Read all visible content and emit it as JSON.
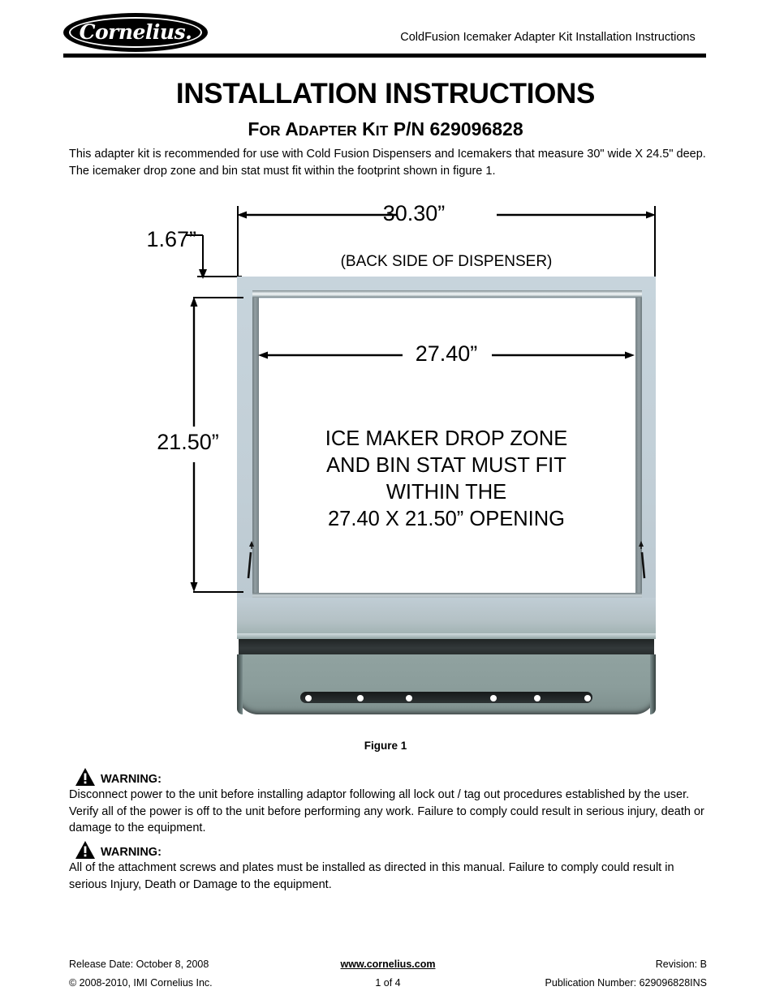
{
  "header": {
    "logo_text": "Cornelius.",
    "title": "ColdFusion Icemaker Adapter Kit Installation Instructions"
  },
  "document": {
    "title": "INSTALLATION INSTRUCTIONS",
    "subtitle_parts": {
      "f": "F",
      "or": "OR",
      "a": " A",
      "dapter": "DAPTER",
      "k": " K",
      "it": "IT",
      "pn": " P/N 629096828"
    },
    "intro": "This adapter kit is recommended for use with Cold Fusion Dispensers and Icemakers that measure 30\" wide X 24.5\" deep. The icemaker drop zone and bin stat must fit within the footprint shown in figure 1."
  },
  "figure": {
    "caption": "Figure 1",
    "backside_label": "(BACK SIDE OF DISPENSER)",
    "dimensions": {
      "overall_width": "30.30”",
      "top_offset": "1.67”",
      "opening_width": "27.40”",
      "opening_height": "21.50”"
    },
    "center_text_lines": [
      "ICE MAKER DROP ZONE",
      "AND BIN STAT MUST FIT",
      "WITHIN THE",
      "27.40 X 21.50” OPENING"
    ]
  },
  "warnings": [
    {
      "label": "WARNING:",
      "text": "Disconnect power to the unit before installing adaptor following all lock out / tag out procedures established by the user. Verify all of the power is off to the unit before performing any work. Failure to comply could result in serious injury, death or damage to the equipment."
    },
    {
      "label": "WARNING:",
      "text": "All of the attachment screws and plates must be installed as directed in this manual. Failure to comply could result in serious Injury, Death or Damage to the equipment."
    }
  ],
  "footer": {
    "release_date": "Release Date: October 8, 2008",
    "website": "www.cornelius.com",
    "revision": "Revision: B",
    "copyright": "© 2008-2010, IMI Cornelius Inc.",
    "page": "1 of 4",
    "publication": "Publication Number: 629096828INS"
  },
  "colors": {
    "body_upper": "#c2cfd7",
    "dark_band": "#262c2c",
    "base": "#8b9d9b",
    "rule": "#000000"
  }
}
